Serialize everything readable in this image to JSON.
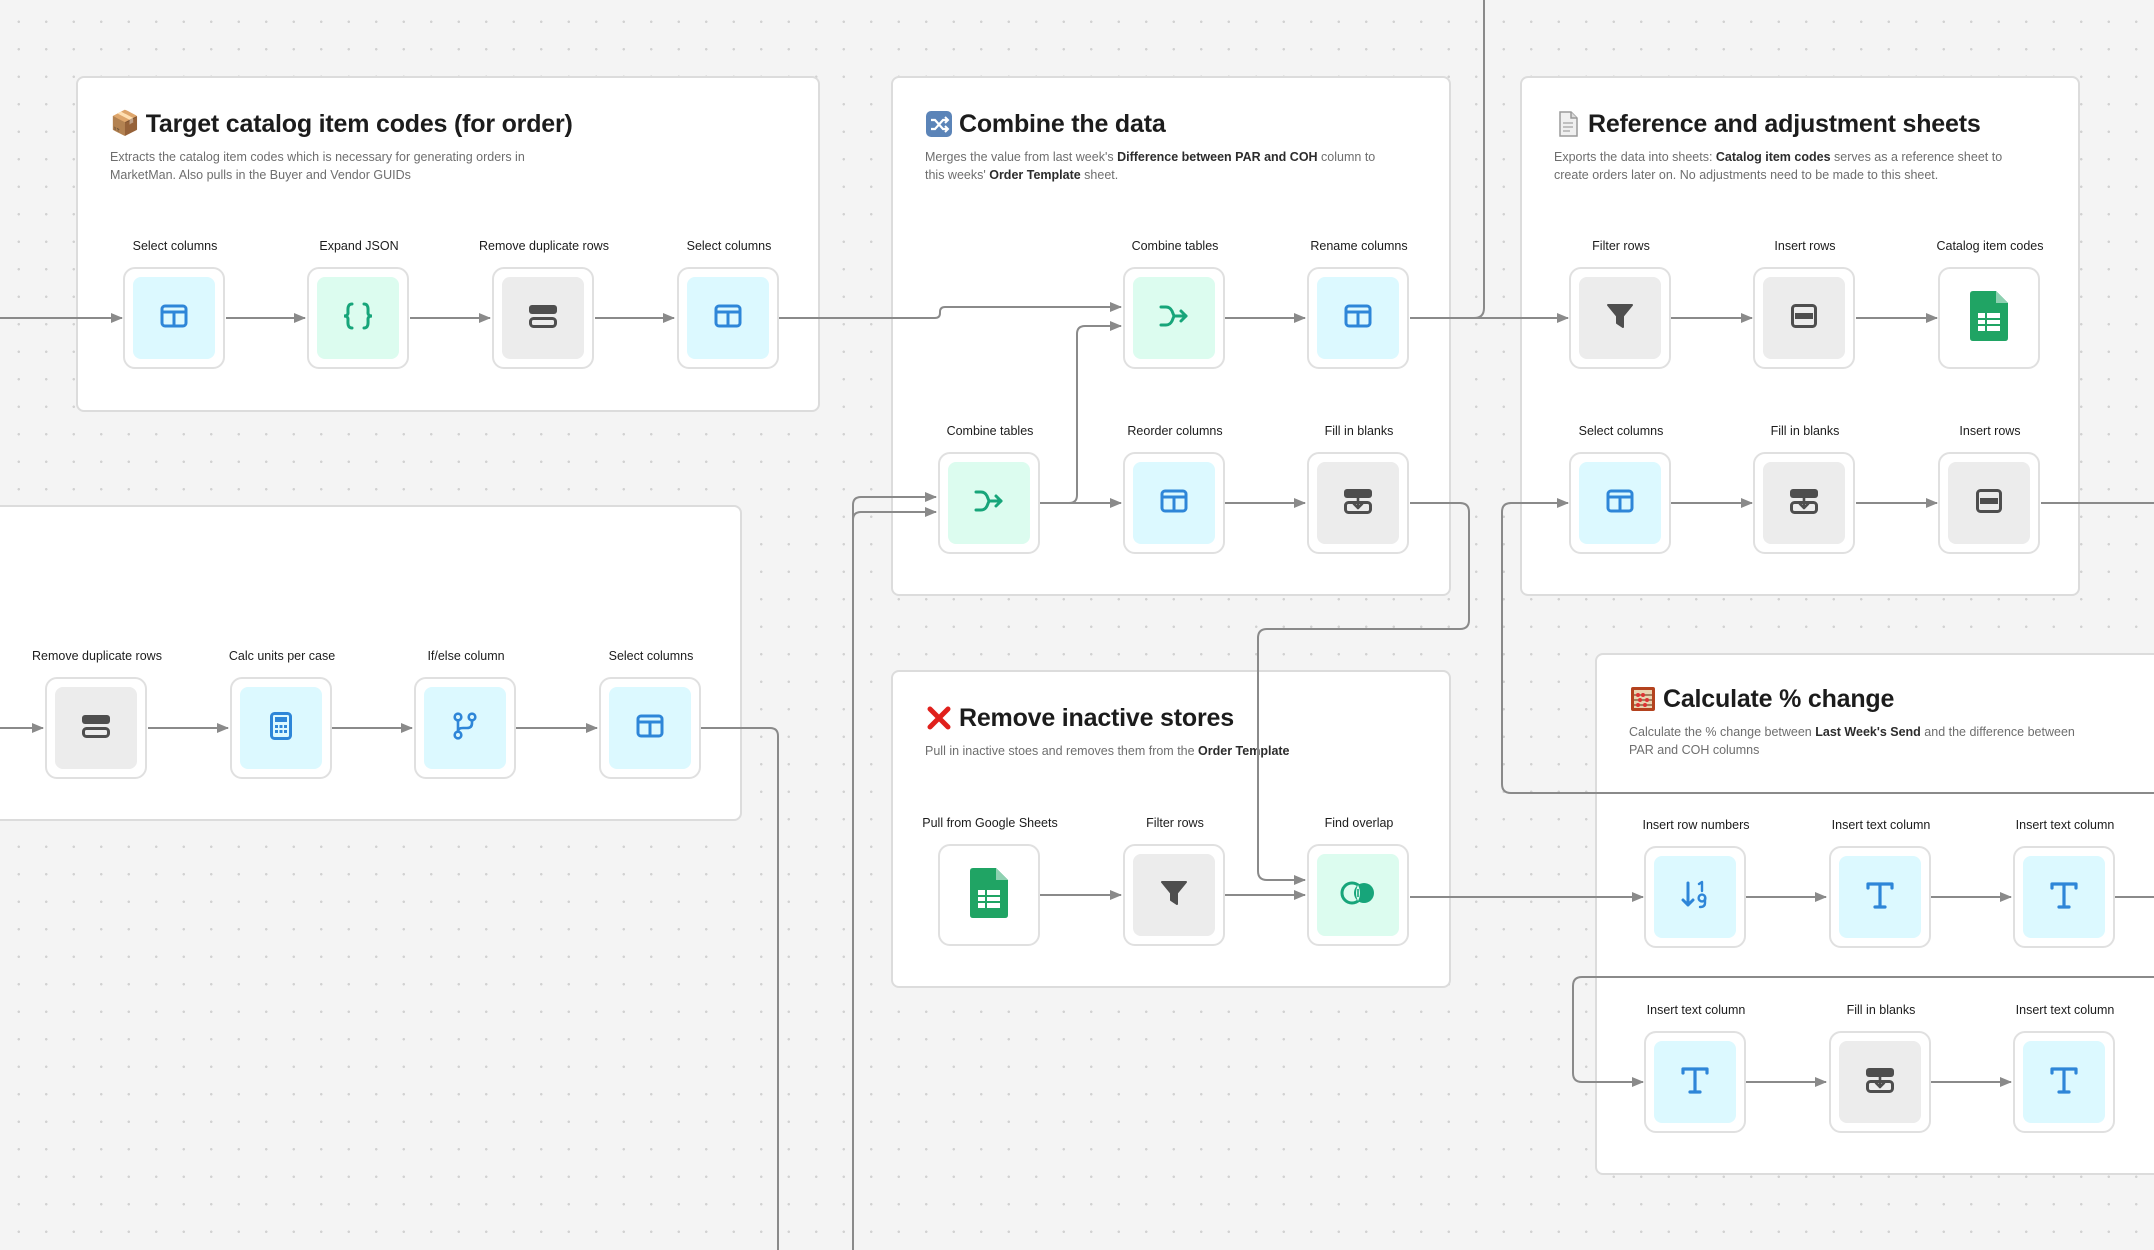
{
  "groups": {
    "target": {
      "emoji": "📦",
      "title": "Target catalog item codes (for order)",
      "desc": "Extracts the catalog item codes which is necessary for generating orders in MarketMan. Also pulls in the Buyer and Vendor GUIDs"
    },
    "combine": {
      "emoji": "🔀",
      "title": "Combine the data",
      "desc_1": "Merges the value from last week's ",
      "desc_b1": "Difference between PAR and COH",
      "desc_2": " column to this weeks' ",
      "desc_b2": "Order Template",
      "desc_3": " sheet."
    },
    "reference": {
      "emoji": "📄",
      "title": "Reference and adjustment sheets",
      "desc_1": "Exports the data into sheets: ",
      "desc_b1": "Catalog item codes",
      "desc_2": " serves as a reference sheet to create orders later on. No adjustments need to be made to this sheet."
    },
    "remove": {
      "emoji": "❌",
      "title": "Remove inactive stores",
      "desc_1": "Pull in inactive stoes and removes them from the ",
      "desc_b1": "Order Template"
    },
    "calculate": {
      "emoji": "🧮",
      "title": "Calculate % change",
      "desc_1": "Calculate the % change between ",
      "desc_b1": "Last Week's Send",
      "desc_2": " and the difference between PAR and COH columns"
    }
  },
  "nodes": {
    "t_select1": {
      "label": "Select columns",
      "icon": "columns-icon"
    },
    "t_json": {
      "label": "Expand JSON",
      "icon": "braces-icon"
    },
    "t_dedupe": {
      "label": "Remove duplicate rows",
      "icon": "dedupe-icon"
    },
    "t_select2": {
      "label": "Select columns",
      "icon": "columns-icon"
    },
    "c_combine1": {
      "label": "Combine tables",
      "icon": "merge-arrow-icon"
    },
    "c_rename": {
      "label": "Rename columns",
      "icon": "columns-icon"
    },
    "c_combine2": {
      "label": "Combine tables",
      "icon": "merge-arrow-icon"
    },
    "c_reorder": {
      "label": "Reorder columns",
      "icon": "columns-icon"
    },
    "c_fill": {
      "label": "Fill in blanks",
      "icon": "fill-blanks-icon"
    },
    "r_filter": {
      "label": "Filter rows",
      "icon": "funnel-icon"
    },
    "r_insert1": {
      "label": "Insert rows",
      "icon": "insert-rows-icon"
    },
    "r_sheet": {
      "label": "Catalog item codes",
      "icon": "google-sheets-icon"
    },
    "r_select": {
      "label": "Select columns",
      "icon": "columns-icon"
    },
    "r_fill": {
      "label": "Fill in blanks",
      "icon": "fill-blanks-icon"
    },
    "r_insert2": {
      "label": "Insert rows",
      "icon": "insert-rows-icon"
    },
    "b_dedupe": {
      "label": "Remove duplicate rows",
      "icon": "dedupe-icon"
    },
    "b_calc": {
      "label": "Calc units per case",
      "icon": "calculator-icon"
    },
    "b_ifelse": {
      "label": "If/else column",
      "icon": "branch-icon"
    },
    "b_select": {
      "label": "Select columns",
      "icon": "columns-icon"
    },
    "i_pull": {
      "label": "Pull from Google Sheets",
      "icon": "google-sheets-icon"
    },
    "i_filter": {
      "label": "Filter rows",
      "icon": "funnel-icon"
    },
    "i_overlap": {
      "label": "Find overlap",
      "icon": "overlap-icon"
    },
    "p_rownum": {
      "label": "Insert row numbers",
      "icon": "sort-numbers-icon"
    },
    "p_text1": {
      "label": "Insert text column",
      "icon": "text-t-icon"
    },
    "p_text2": {
      "label": "Insert text column",
      "icon": "text-t-icon"
    },
    "p_text3": {
      "label": "Insert text column",
      "icon": "text-t-icon"
    },
    "p_fill": {
      "label": "Fill in blanks",
      "icon": "fill-blanks-icon"
    },
    "p_text4": {
      "label": "Insert text column",
      "icon": "text-t-icon"
    }
  },
  "colors": {
    "blue_icon": "#2e86d8",
    "green_icon": "#17a57a",
    "gray_icon": "#4e4e4e",
    "sheets_green": "#20a464",
    "wire": "#8a8a8a"
  }
}
